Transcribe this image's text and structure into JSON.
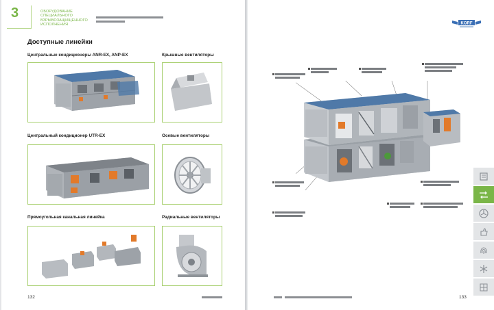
{
  "left_page": {
    "chapter_number": "3",
    "chapter_title": "ОБОРУДОВАНИЕ СПЕЦИАЛЬНОГО ВЗРЫВОЗАЩИЩЕННОГО ИСПОЛНЕНИЯ",
    "section_title": "Доступные линейки",
    "products": [
      {
        "label": "Центральные кондиционеры ANR-EX, ANP-EX"
      },
      {
        "label": "Крышные вентиляторы"
      },
      {
        "label": "Центральный кондиционер UTR-EX"
      },
      {
        "label": "Осевые вентиляторы"
      },
      {
        "label": "Прямоугольная канальная линейка"
      },
      {
        "label": "Радиальные вентиляторы"
      }
    ],
    "page_number": "132"
  },
  "right_page": {
    "logo_text": "KORF",
    "page_number": "133",
    "side_tabs": [
      {
        "icon": "book-icon",
        "active": false
      },
      {
        "icon": "airflow-icon",
        "active": true
      },
      {
        "icon": "fan-icon",
        "active": false
      },
      {
        "icon": "thumb-icon",
        "active": false
      },
      {
        "icon": "fingerprint-icon",
        "active": false
      },
      {
        "icon": "snowflake-icon",
        "active": false
      },
      {
        "icon": "grid-icon",
        "active": false
      }
    ]
  },
  "colors": {
    "accent_green": "#7ab648",
    "frame_green": "#a7cf6e",
    "unit_grey": "#b9bdc2",
    "panel_blue": "#4f79a8",
    "orange": "#e27a2a"
  }
}
